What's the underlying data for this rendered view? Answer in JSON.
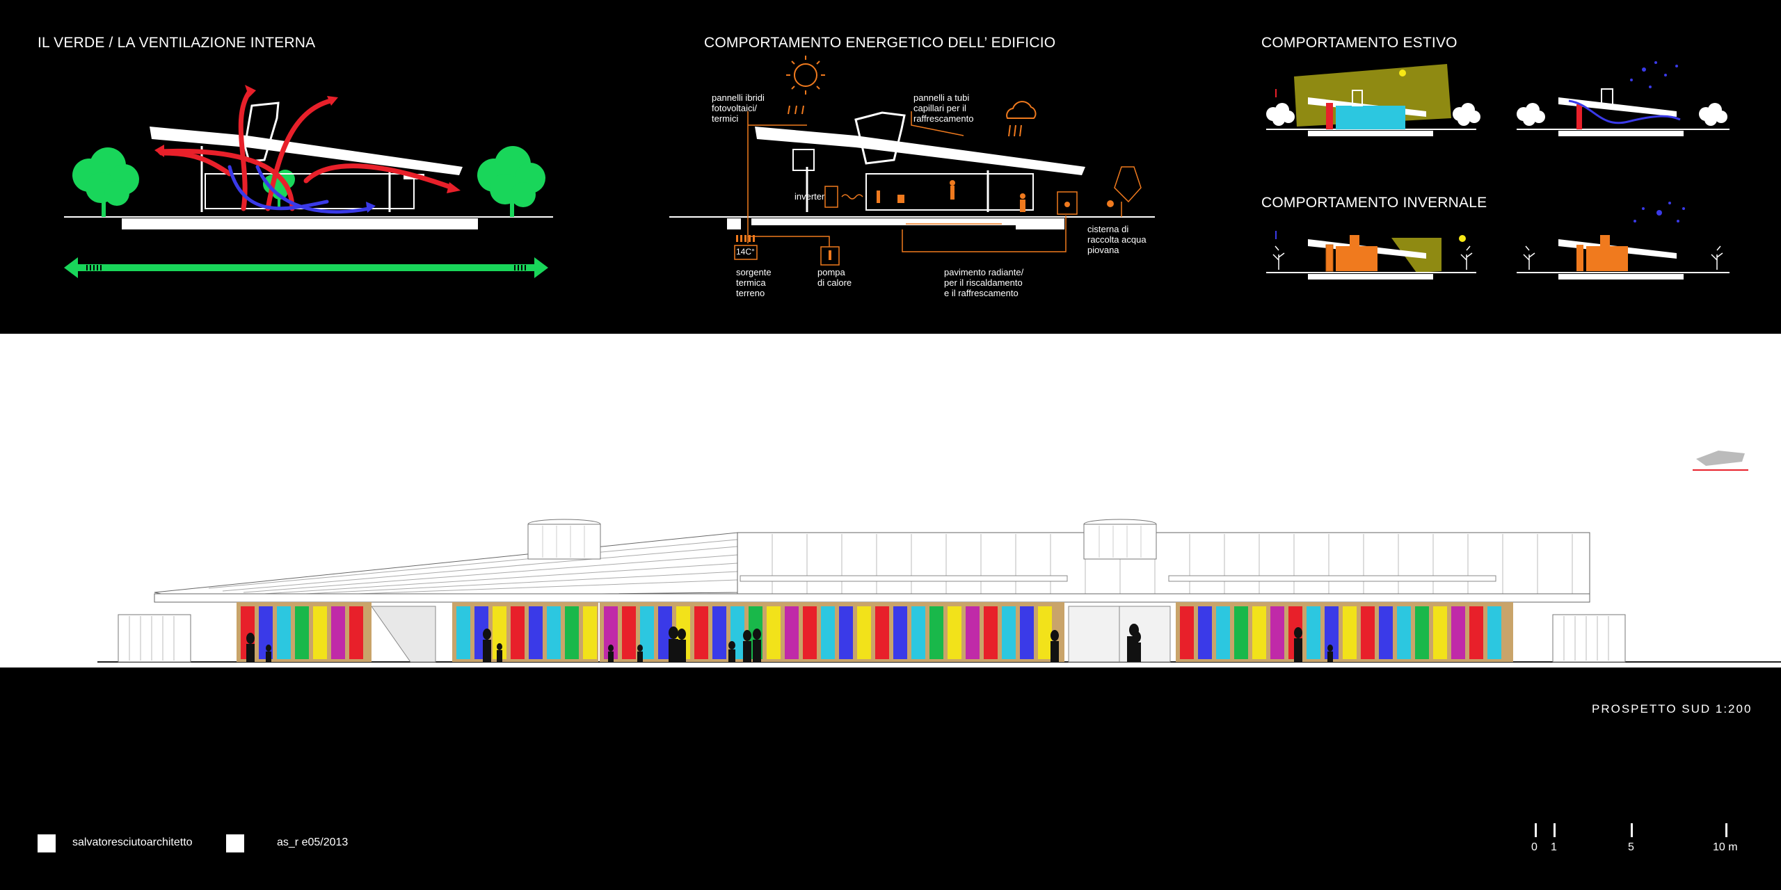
{
  "panels": {
    "ventilation": {
      "title": "IL VERDE / LA VENTILAZIONE INTERNA"
    },
    "energy": {
      "title": "COMPORTAMENTO ENERGETICO DELL’ EDIFICIO",
      "labels": {
        "hybrid_panels": "pannelli ibridi\nfotovoltaici/\ntermici",
        "capillary": "pannelli a tubi\ncapillari per il\nraffrescamento",
        "inverter": "inverter",
        "cistern": "cisterna di\nraccolta acqua\npiovana",
        "ground_source": "sorgente\ntermica\nterreno",
        "heat_pump": "pompa\ndi calore",
        "radiant_floor": "pavimento radiante/\nper il riscaldamento\ne il raffrescamento",
        "temp": "14C°"
      }
    },
    "summer": {
      "title": "COMPORTAMENTO ESTIVO"
    },
    "winter": {
      "title": "COMPORTAMENTO INVERNALE"
    }
  },
  "elevation": {
    "caption": "PROSPETTO SUD 1:200"
  },
  "footer": {
    "author": "salvatoresciutoarchitetto",
    "code": "as_r  e05/2013",
    "scale": [
      "0",
      "1",
      "5",
      "10 m"
    ]
  },
  "colors": {
    "green": "#19d65a",
    "red": "#e8202a",
    "blue": "#3a3ae8",
    "orange": "#f07a1e",
    "cyan": "#2cc7e0",
    "olive": "#8f8a12"
  }
}
